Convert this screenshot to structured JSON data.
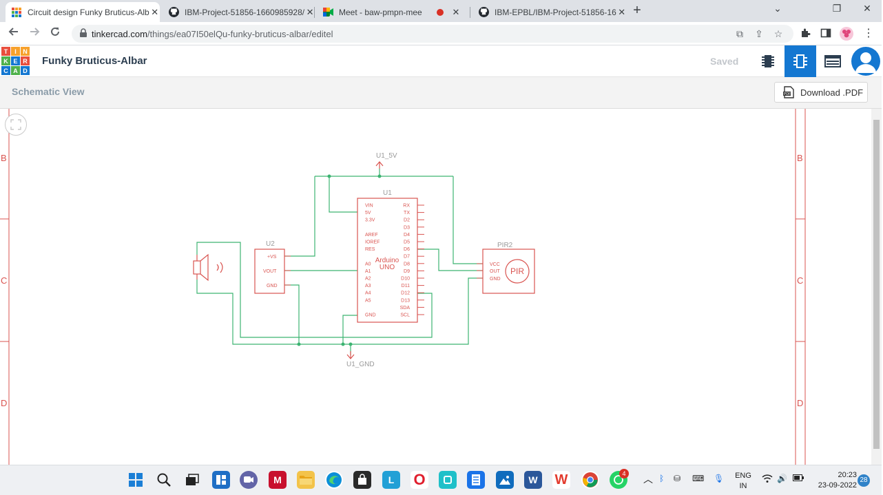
{
  "browser": {
    "tabs": [
      {
        "title": "Circuit design Funky Bruticus-Alb",
        "active": true,
        "icon": "tinkercad-favicon"
      },
      {
        "title": "IBM-Project-51856-1660985928/",
        "active": false,
        "icon": "github-favicon"
      },
      {
        "title": "Meet - baw-pmpn-mee",
        "active": false,
        "icon": "google-meet-favicon",
        "recording": true
      },
      {
        "title": "IBM-EPBL/IBM-Project-51856-16",
        "active": false,
        "icon": "github-favicon"
      }
    ],
    "url_domain": "tinkercad.com",
    "url_path": "/things/ea07I50elQu-funky-bruticus-albar/editel"
  },
  "app": {
    "logo_letters": [
      "T",
      "I",
      "N",
      "K",
      "E",
      "R",
      "C",
      "A",
      "D"
    ],
    "project_title": "Funky Bruticus-Albar",
    "save_status": "Saved",
    "schematic_title": "Schematic View",
    "download_label": "Download .PDF"
  },
  "schematic": {
    "frame_rows_left": [
      "B",
      "C",
      "D"
    ],
    "frame_rows_right": [
      "B",
      "C",
      "D"
    ],
    "power_label": "U1_5V",
    "ground_label": "U1_GND",
    "u1": {
      "ref": "U1",
      "name_line1": "Arduino",
      "name_line2": "UNO",
      "left_pins": [
        "VIN",
        "5V",
        "3.3V",
        "",
        "AREF",
        "IOREF",
        "RES",
        "",
        "A0",
        "A1",
        "A2",
        "A3",
        "A4",
        "A5",
        "",
        "GND"
      ],
      "right_pins": [
        "RX",
        "TX",
        "D2",
        "D3",
        "D4",
        "D5",
        "D6",
        "D7",
        "D8",
        "D9",
        "D10",
        "D11",
        "D12",
        "D13",
        "SDA",
        "SCL"
      ]
    },
    "u2": {
      "ref": "U2",
      "pins": [
        "+VS",
        "VOUT",
        "GND"
      ]
    },
    "pir": {
      "ref": "PIR2",
      "pins": [
        "VCC",
        "OUT",
        "GND"
      ],
      "symbol": "PIR"
    }
  },
  "taskbar": {
    "whatsapp_badge": "4",
    "lang_line1": "ENG",
    "lang_line2": "IN",
    "time": "20:23",
    "date": "23-09-2022",
    "notifications": "28"
  },
  "colors": {
    "tinkercad_blue": "#1477d1",
    "schematic_red": "#d9534f",
    "wire_green": "#3cb371"
  }
}
